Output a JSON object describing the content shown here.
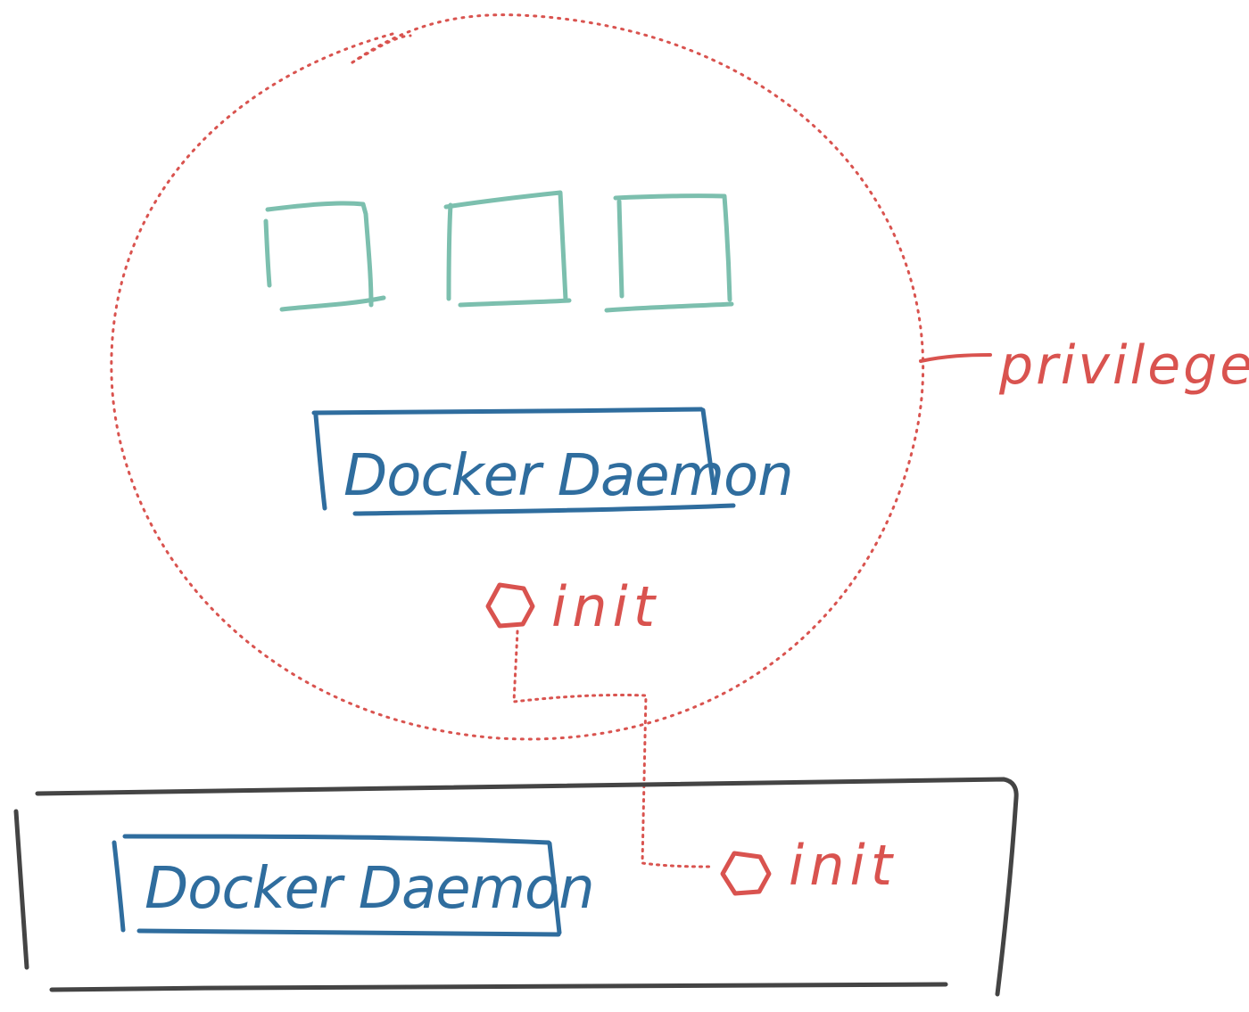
{
  "colors": {
    "privileged": "#d9534f",
    "daemon": "#2f6d9e",
    "container": "#7cbfae",
    "host": "#444444",
    "background": "#ffffff"
  },
  "privileged_area": {
    "label": "privileged"
  },
  "inner_daemon": {
    "label": "Docker Daemon"
  },
  "inner_init": {
    "label": "init",
    "icon": "process-hexagon-icon"
  },
  "host_daemon": {
    "label": "Docker Daemon"
  },
  "host_init": {
    "label": "init",
    "icon": "process-hexagon-icon"
  },
  "containers": {
    "count_shown": 3
  }
}
